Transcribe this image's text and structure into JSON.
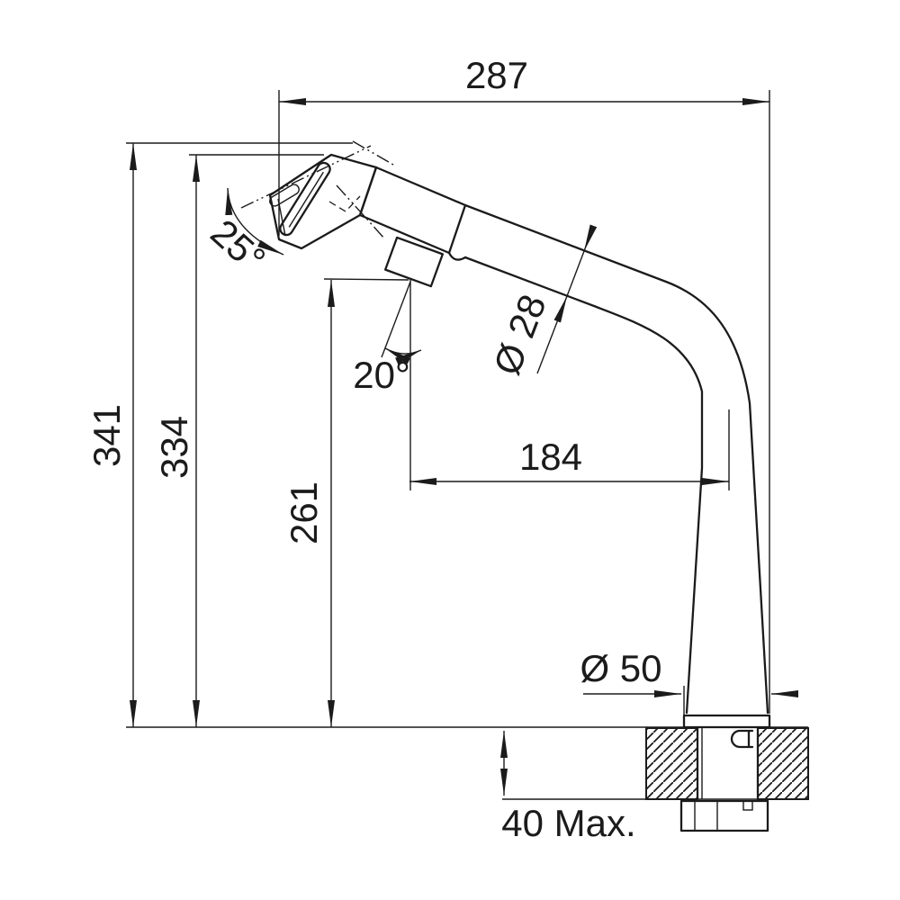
{
  "drawing": {
    "kind": "technical-dimension-drawing",
    "subject": "pull-out spray kitchen tap, side elevation with installation cross-section",
    "units": "mm",
    "background_color": "#ffffff",
    "line_color": "#1b1b1b"
  },
  "labels": {
    "overall_reach": "287",
    "overall_height": "341",
    "height_to_spout": "334",
    "height_to_knob": "261",
    "spout_projection": "184",
    "head_tilt_angle": "25°",
    "head_swivel_angle": "20°",
    "spout_tube_diameter": "Ø 28",
    "base_diameter": "Ø 50",
    "max_worktop_thickness": "40 Max."
  }
}
